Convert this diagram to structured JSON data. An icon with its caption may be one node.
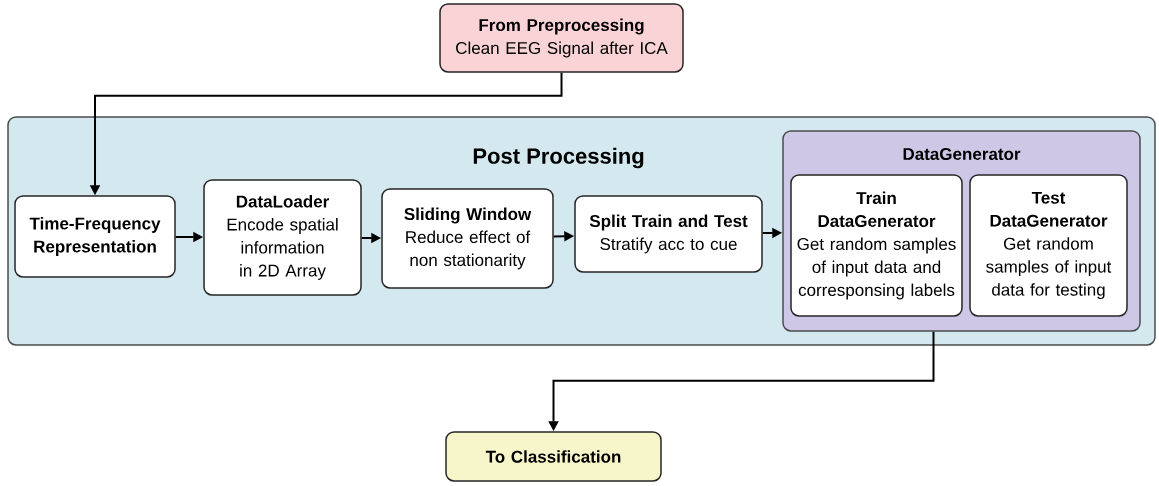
{
  "diagram": {
    "nodes": [
      {
        "text": [
          "From Preprocessing",
          "Clean EEG Signal after ICA"
        ]
      },
      {
        "text": [
          "Post Processing"
        ]
      },
      {
        "text": [
          "Time-Frequency Representation"
        ],
        "in": 1
      },
      {
        "text": [
          "DataLoader",
          "Encode spatial information in 2D Array"
        ],
        "in": 1
      },
      {
        "text": [
          "Sliding Window",
          "Reduce effect of non stationarity"
        ],
        "in": 1
      },
      {
        "text": [
          "Split Train and Test",
          "Stratify acc to cue"
        ],
        "in": 1
      },
      {
        "text": [
          "DataGenerator"
        ],
        "in": 1
      },
      {
        "text": [
          "Train DataGenerator",
          "Get random samples of input data and corresponsing labels"
        ],
        "in": 6
      },
      {
        "text": [
          "Test DataGenerator",
          "Get random samples of input data for testing"
        ],
        "in": 6
      },
      {
        "text": [
          "To Classification"
        ]
      }
    ],
    "edges": [
      {
        "from": 0,
        "to": 2,
        "arrow": "to"
      },
      {
        "from": 2,
        "to": 3,
        "arrow": "to"
      },
      {
        "from": 3,
        "to": 4,
        "arrow": "to"
      },
      {
        "from": 4,
        "to": 5,
        "arrow": "to"
      },
      {
        "from": 5,
        "to": 6,
        "arrow": "to"
      },
      {
        "from": 6,
        "to": 9,
        "arrow": "to"
      }
    ]
  }
}
